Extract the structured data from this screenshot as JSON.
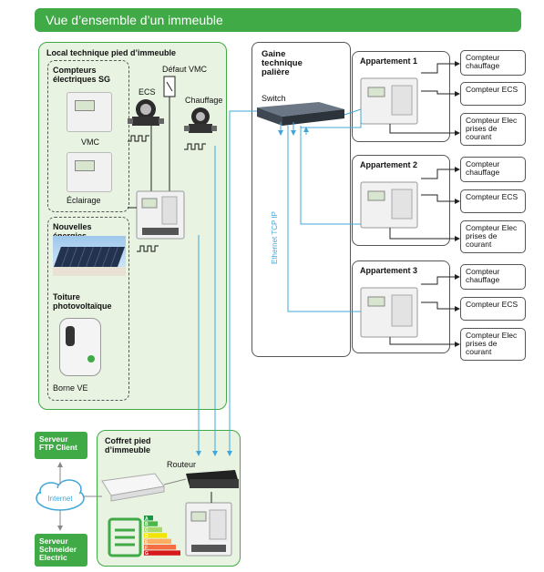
{
  "title": "Vue d’ensemble d’un immeuble",
  "local": {
    "title": "Local technique pied d’immeuble",
    "compteurs": "Compteurs électriques SG",
    "vmc": "VMC",
    "eclairage": "Éclairage",
    "defaut_vmc": "Défaut VMC",
    "ecs": "ECS",
    "chauffage": "Chauffage",
    "nouvelles": "Nouvelles énergies",
    "toiture": "Toiture photovoltaïque",
    "borne": "Borne VE"
  },
  "gaine": {
    "title": "Gaine technique palière",
    "switch": "Switch",
    "ethernet": "Ethernet TCP IP"
  },
  "apartments": [
    {
      "title": "Appartement 1",
      "outputs": [
        "Compteur chauffage",
        "Compteur ECS",
        "Compteur Elec prises de courant"
      ]
    },
    {
      "title": "Appartement 2",
      "outputs": [
        "Compteur chauffage",
        "Compteur ECS",
        "Compteur Elec prises de courant"
      ]
    },
    {
      "title": "Appartement 3",
      "outputs": [
        "Compteur chauffage",
        "Compteur ECS",
        "Compteur Elec prises de courant"
      ]
    }
  ],
  "coffret": {
    "title": "Coffret pied d’immeuble",
    "routeur": "Routeur"
  },
  "servers": {
    "ftp": "Serveur FTP Client",
    "internet": "Internet",
    "schneider": "Serveur Schneider Electric"
  },
  "energy_letters": [
    "A",
    "B",
    "C",
    "D",
    "E",
    "F",
    "G"
  ],
  "colors": {
    "green": "#3faa46",
    "panel": "#e8f3e2",
    "ethernet": "#41a7d8",
    "energy": [
      "#1a9641",
      "#4cb648",
      "#a6d96a",
      "#f2e600",
      "#fdae61",
      "#f46d43",
      "#d7191c"
    ]
  }
}
